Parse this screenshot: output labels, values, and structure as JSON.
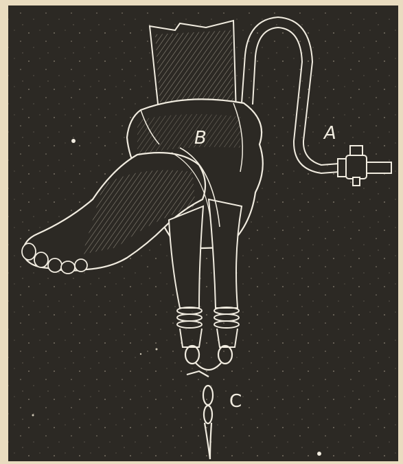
{
  "figure": {
    "labels": {
      "a": "A",
      "b": "B",
      "c": "C"
    },
    "colors": {
      "paper": "#e9dcc0",
      "ink": "#2c2924",
      "line": "#f1ece0"
    },
    "parts": [
      "boot",
      "foot",
      "tube",
      "valve",
      "straps",
      "chain"
    ]
  }
}
